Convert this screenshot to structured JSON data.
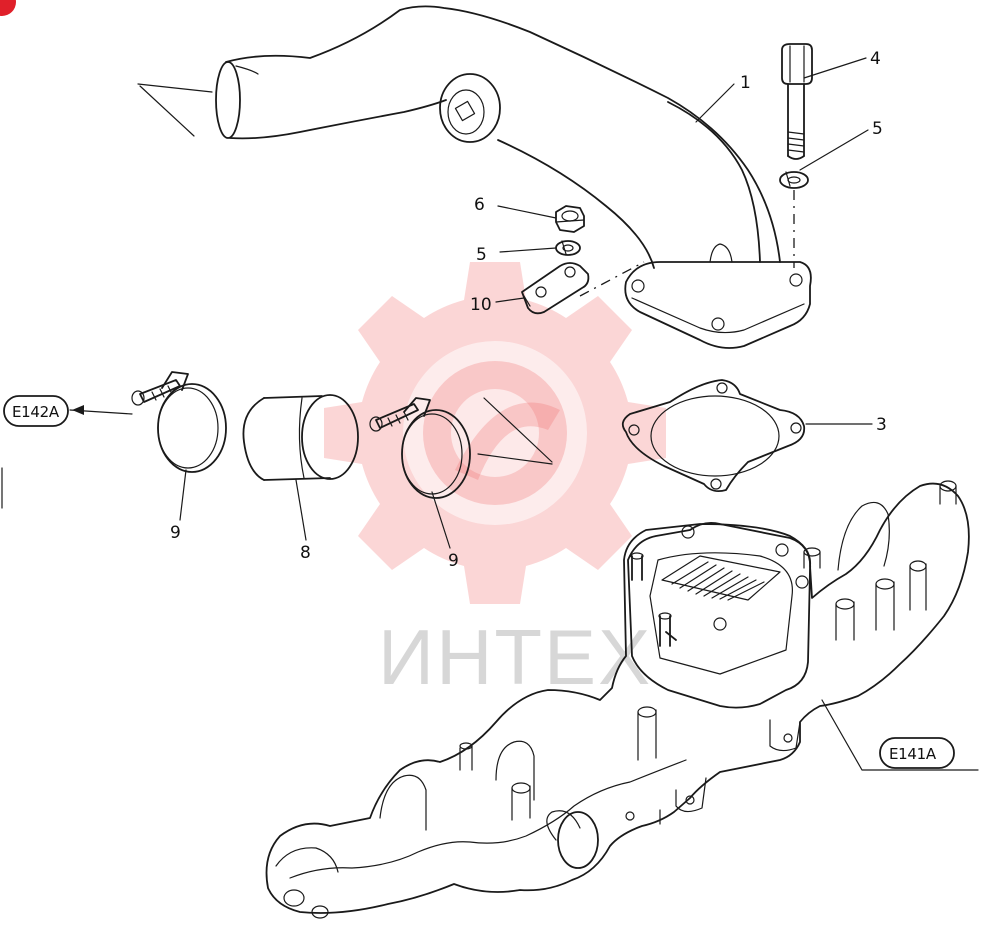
{
  "diagram": {
    "callouts": [
      {
        "id": "c1",
        "label": "1"
      },
      {
        "id": "c3",
        "label": "3"
      },
      {
        "id": "c4",
        "label": "4"
      },
      {
        "id": "c5a",
        "label": "5"
      },
      {
        "id": "c5b",
        "label": "5"
      },
      {
        "id": "c6",
        "label": "6"
      },
      {
        "id": "c8",
        "label": "8"
      },
      {
        "id": "c9a",
        "label": "9"
      },
      {
        "id": "c9b",
        "label": "9"
      },
      {
        "id": "c10",
        "label": "10"
      }
    ],
    "references": {
      "left": "E142A",
      "right": "E141A"
    }
  },
  "watermark": {
    "text": "ИНТЕХ",
    "color": "#f06a6a"
  }
}
